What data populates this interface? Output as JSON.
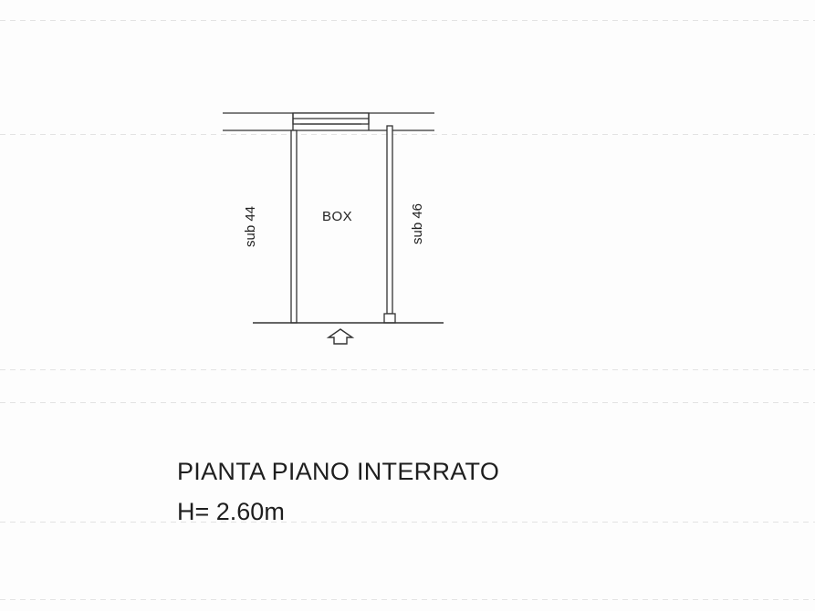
{
  "plan": {
    "room_label": "BOX",
    "left_neighbor": "sub 44",
    "right_neighbor": "sub 46",
    "entrance_icon": "entrance-arrow-icon"
  },
  "caption": {
    "title": "PIANTA PIANO INTERRATO",
    "height": "H= 2.60m"
  }
}
